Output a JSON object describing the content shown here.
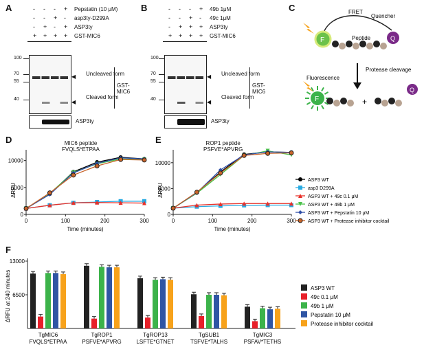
{
  "panels": {
    "A": {
      "letter": "A",
      "rows": [
        {
          "signs": [
            "-",
            "-",
            "-",
            "+"
          ],
          "label": "Pepstatin (10 μM)"
        },
        {
          "signs": [
            "-",
            "-",
            "+",
            "-"
          ],
          "label": "asp3ty-D299A"
        },
        {
          "signs": [
            "-",
            "+",
            "-",
            "+"
          ],
          "label": "ASP3ty"
        },
        {
          "signs": [
            "+",
            "+",
            "+",
            "+"
          ],
          "label": "GST-MIC6"
        }
      ],
      "mw": [
        "100",
        "70",
        "55",
        "40"
      ],
      "uncleaved": "Uncleaved form",
      "cleaved": "Cleaved form",
      "group": "GST-MIC6",
      "bottom": "ASP3ty"
    },
    "B": {
      "letter": "B",
      "rows": [
        {
          "signs": [
            "-",
            "-",
            "-",
            "+"
          ],
          "label": "49b 1μM"
        },
        {
          "signs": [
            "-",
            "-",
            "+",
            "-"
          ],
          "label": "49c 1μM"
        },
        {
          "signs": [
            "-",
            "+",
            "+",
            "+"
          ],
          "label": "ASP3ty"
        },
        {
          "signs": [
            "+",
            "+",
            "+",
            "+"
          ],
          "label": "GST-MIC6"
        }
      ],
      "mw": [
        "100",
        "70",
        "55",
        "40"
      ],
      "uncleaved": "Uncleaved form",
      "cleaved": "Cleaved form",
      "group": "GST-MIC6",
      "bottom": "ASP3ty"
    },
    "C": {
      "letter": "C",
      "fret": "FRET",
      "peptide": "Peptide",
      "quencher": "Quencher",
      "f": "F",
      "q": "Q",
      "fluorescence": "Fluorescence",
      "protease": "Protease cleavage",
      "plus": "+"
    },
    "D": {
      "letter": "D",
      "title1": "MIC6 peptide",
      "title2": "FVQLS*ETPAA"
    },
    "E": {
      "letter": "E",
      "title1": "ROP1 peptide",
      "title2": "PSFVE*APVRG"
    },
    "F": {
      "letter": "F"
    }
  },
  "colors": {
    "wt": "#000000",
    "d299a": "#29abe2",
    "c49": "#e8312a",
    "b49": "#4cc24c",
    "pep": "#2f4fa8",
    "cocktail": "#c8642a",
    "bar_wt": "#222222",
    "bar_49c": "#e8202a",
    "bar_49b": "#3cb34a",
    "bar_pep": "#2f55a4",
    "bar_cocktail": "#f7a21b"
  },
  "legend_lines": [
    {
      "label": "ASP3 WT",
      "color": "#000000",
      "marker": "circle"
    },
    {
      "label": "asp3 D299A",
      "color": "#29abe2",
      "marker": "square"
    },
    {
      "label": "ASP3 WT + 49c 0.1 μM",
      "color": "#e8312a",
      "marker": "triangle"
    },
    {
      "label": "ASP3 WT + 49b 1 μM",
      "color": "#4cc24c",
      "marker": "tri-down"
    },
    {
      "label": "ASP3 WT + Pepstatin 10 μM",
      "color": "#2f4fa8",
      "marker": "star"
    },
    {
      "label": "ASP3 WT + Protease inhibitor cocktail",
      "color": "#c8642a",
      "marker": "circle-open"
    }
  ],
  "legend_bars": [
    {
      "label": "ASP3 WT",
      "color": "#222222"
    },
    {
      "label": "49c 0.1 μM",
      "color": "#e8202a"
    },
    {
      "label": "49b 1 μM",
      "color": "#3cb34a"
    },
    {
      "label": "Pepstatin 10 μM",
      "color": "#2f55a4"
    },
    {
      "label": "Protease inhibitor cocktail",
      "color": "#f7a21b"
    }
  ],
  "chart_data": [
    {
      "type": "line",
      "title": "MIC6 peptide FVQLS*ETPAA",
      "xlabel": "Time (minutes)",
      "ylabel": "ΔRFU",
      "xlim": [
        0,
        300
      ],
      "ylim": [
        0,
        12000
      ],
      "xticks": [
        "0",
        "100",
        "200",
        "300"
      ],
      "yticks": [
        "0",
        "5000",
        "10000"
      ],
      "x": [
        0,
        60,
        120,
        180,
        240,
        300
      ],
      "series": [
        {
          "name": "ASP3 WT",
          "values": [
            1100,
            3800,
            7900,
            9700,
            10600,
            10300
          ]
        },
        {
          "name": "asp3 D299A",
          "values": [
            1100,
            1700,
            2150,
            2300,
            2450,
            2450
          ]
        },
        {
          "name": "ASP3 WT + 49c 0.1 μM",
          "values": [
            1100,
            1700,
            2150,
            2200,
            2150,
            2100
          ]
        },
        {
          "name": "ASP3 WT + 49b 1 μM",
          "values": [
            1100,
            3900,
            7800,
            9400,
            10300,
            10200
          ]
        },
        {
          "name": "ASP3 WT + Pepstatin 10 μM",
          "values": [
            1100,
            3700,
            7700,
            9500,
            10500,
            10300
          ]
        },
        {
          "name": "ASP3 WT + Protease inhibitor cocktail",
          "values": [
            1100,
            4000,
            7300,
            9000,
            10200,
            10100
          ]
        }
      ]
    },
    {
      "type": "line",
      "title": "ROP1 peptide PSFVE*APVRG",
      "xlabel": "Time (minutes)",
      "ylabel": "ΔRFU",
      "xlim": [
        0,
        300
      ],
      "ylim": [
        0,
        12500
      ],
      "xticks": [
        "0",
        "100",
        "200",
        "300"
      ],
      "yticks": [
        "0",
        "5000",
        "10000"
      ],
      "x": [
        0,
        60,
        120,
        180,
        240,
        300
      ],
      "series": [
        {
          "name": "ASP3 WT",
          "values": [
            1200,
            4200,
            8200,
            11600,
            12100,
            12000
          ]
        },
        {
          "name": "asp3 D299A",
          "values": [
            1200,
            1500,
            1650,
            1750,
            1800,
            1800
          ]
        },
        {
          "name": "ASP3 WT + 49c 0.1 μM",
          "values": [
            1200,
            1800,
            2000,
            2100,
            2100,
            2100
          ]
        },
        {
          "name": "ASP3 WT + 49b 1 μM",
          "values": [
            1200,
            4100,
            7700,
            11400,
            12300,
            11500
          ]
        },
        {
          "name": "ASP3 WT + Pepstatin 10 μM",
          "values": [
            1200,
            4200,
            8600,
            11500,
            12100,
            12000
          ]
        },
        {
          "name": "ASP3 WT + Protease inhibitor cocktail",
          "values": [
            1200,
            4300,
            8000,
            11400,
            11800,
            11900
          ]
        }
      ]
    },
    {
      "type": "bar",
      "ylabel": "ΔRFU at 240 minutes",
      "ylim": [
        0,
        13000
      ],
      "yticks": [
        "13000",
        "6500"
      ],
      "categories": [
        "TgMIC6\nFVQLS*ETPAA",
        "TgROP1\nPSFVE*APVRG",
        "TgROP13\nLSFTE*GTNET",
        "TgSUB1\nTSFVE*TALHS",
        "TgMIC3\nPSFAV*TETHS"
      ],
      "category_names": [
        "TgMIC6",
        "TgROP1",
        "TgROP13",
        "TgSUB1",
        "TgMIC3"
      ],
      "category_seqs": [
        "FVQLS*ETPAA",
        "PSFVE*APVRG",
        "LSFTE*GTNET",
        "TSFVE*TALHS",
        "PSFAV*TETHS"
      ],
      "series": [
        {
          "name": "ASP3 WT",
          "values": [
            10600,
            12100,
            9700,
            6600,
            4200
          ]
        },
        {
          "name": "49c 0.1 μM",
          "values": [
            2300,
            1900,
            2100,
            2400,
            1400
          ]
        },
        {
          "name": "49b 1 μM",
          "values": [
            10700,
            11900,
            9400,
            6500,
            3900
          ]
        },
        {
          "name": "Pepstatin 10 μM",
          "values": [
            10700,
            11800,
            9500,
            6500,
            3700
          ]
        },
        {
          "name": "Protease inhibitor cocktail",
          "values": [
            10500,
            11800,
            9400,
            6400,
            3800
          ]
        }
      ]
    }
  ]
}
